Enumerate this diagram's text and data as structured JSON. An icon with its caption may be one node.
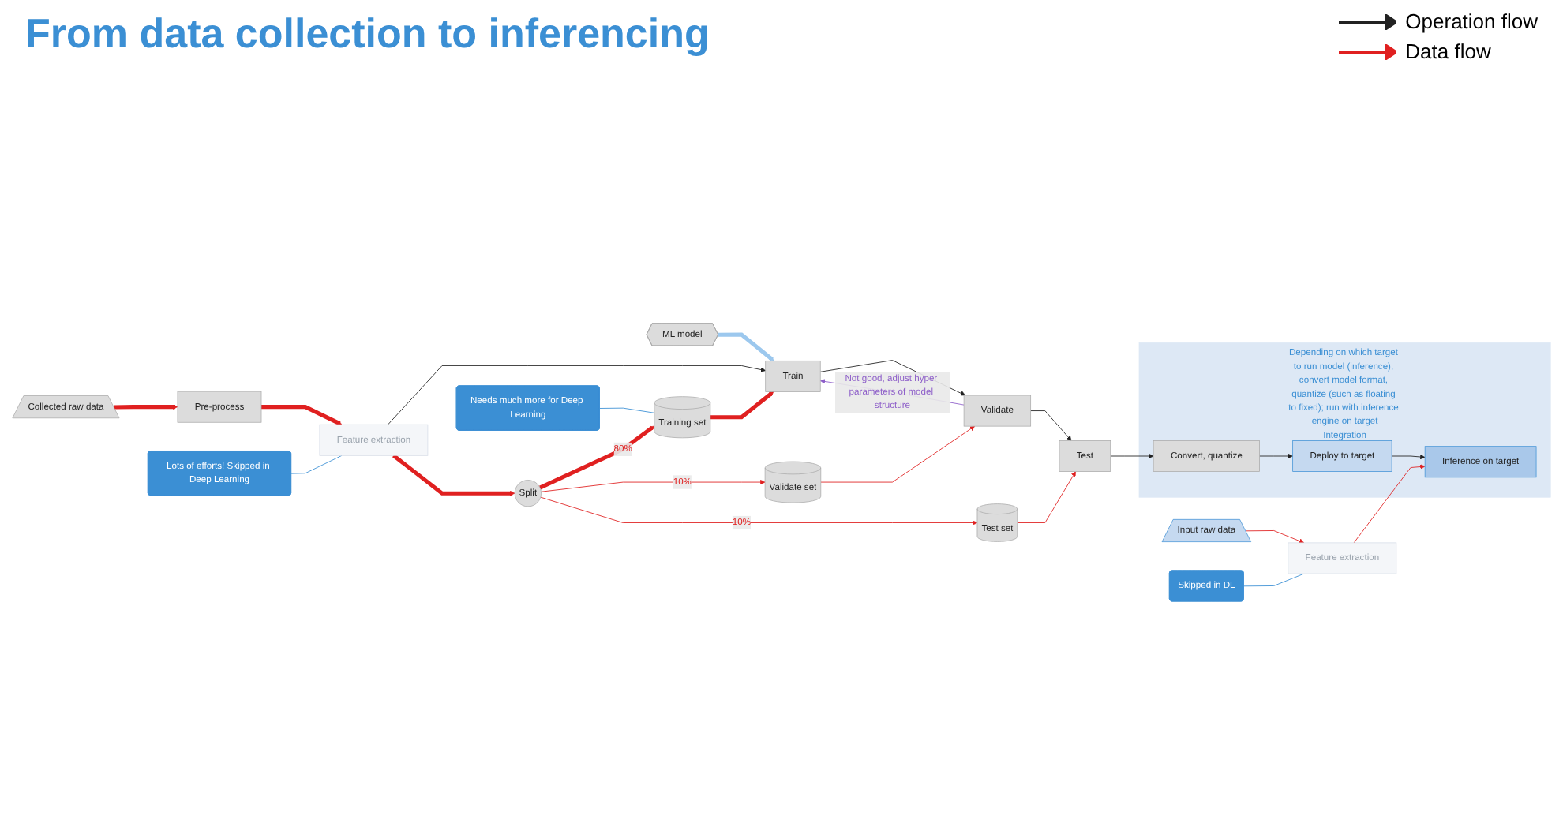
{
  "diagram": {
    "title": "From data collection to inferencing",
    "nodes": [
      {
        "text": [
          "Collected raw data"
        ]
      },
      {
        "text": [
          "ML model"
        ]
      },
      {
        "text": [
          "Pre-process"
        ]
      },
      {
        "text": [
          "Feature extraction"
        ]
      },
      {
        "text": [
          "Train"
        ]
      },
      {
        "text": [
          "Validate"
        ]
      },
      {
        "text": [
          "Test"
        ]
      },
      {
        "text": [
          "Split"
        ]
      },
      {
        "text": [
          "Training set"
        ]
      },
      {
        "text": [
          "Validate set"
        ]
      },
      {
        "text": [
          "Test set"
        ]
      },
      {
        "text": [
          "Depending on which target to run model (inference), convert model format, quantize (such as floating to fixed); run with inference engine on target",
          "Integration"
        ]
      },
      {
        "text": [
          "Convert, quantize"
        ],
        "in": 11
      },
      {
        "text": [
          "Deploy to target"
        ],
        "in": 11
      },
      {
        "text": [
          "Inference on target"
        ],
        "in": 11
      },
      {
        "text": [
          "Input raw data"
        ]
      },
      {
        "text": [
          "Feature extraction"
        ]
      },
      {
        "text": [
          "Skipped in DL"
        ]
      },
      {
        "text": [
          "Lots of efforts! Skipped in Deep Learning"
        ]
      },
      {
        "text": [
          "Needs much more for Deep Learning"
        ]
      }
    ],
    "edges": [
      {
        "from": 0,
        "to": 2,
        "arrow": "to",
        "style": "thick"
      },
      {
        "from": 1,
        "to": 4,
        "arrow": "to",
        "style": "thick",
        "color": "#9cc8ee"
      },
      {
        "from": 2,
        "to": 3,
        "arrow": "to",
        "style": "thick"
      },
      {
        "from": 3,
        "to": 4,
        "arrow": "to",
        "color": "#222222"
      },
      {
        "from": 4,
        "to": 5,
        "arrow": "to",
        "color": "#222222"
      },
      {
        "from": 5,
        "to": 4,
        "arrow": "to",
        "label": "Not good, adjust hyper parameters of model structure",
        "color": "#8e5fc9"
      },
      {
        "from": 5,
        "to": 6,
        "arrow": "to",
        "color": "#222222"
      },
      {
        "from": 3,
        "to": 7,
        "arrow": "to",
        "style": "thick"
      },
      {
        "from": 7,
        "to": 8,
        "arrow": "to",
        "label": "80%",
        "style": "thick"
      },
      {
        "from": 8,
        "to": 4,
        "arrow": "to",
        "style": "thick"
      },
      {
        "from": 7,
        "to": 9,
        "arrow": "to",
        "label": "10%"
      },
      {
        "from": 9,
        "to": 5,
        "arrow": "to"
      },
      {
        "from": 7,
        "to": 10,
        "arrow": "to",
        "label": "10%"
      },
      {
        "from": 10,
        "to": 6,
        "arrow": "to"
      },
      {
        "from": 6,
        "to": 12,
        "arrow": "to",
        "color": "#222222"
      },
      {
        "from": 12,
        "to": 13,
        "arrow": "to",
        "color": "#222222"
      },
      {
        "from": 13,
        "to": 14,
        "arrow": "to",
        "color": "#222222"
      },
      {
        "from": 15,
        "to": 16,
        "arrow": "to"
      },
      {
        "from": 16,
        "to": 14,
        "arrow": "to"
      },
      {
        "from": 17,
        "to": 16,
        "arrow": "none",
        "color": "#3b8fd4"
      },
      {
        "from": 18,
        "to": 3,
        "arrow": "none",
        "color": "#3b8fd4"
      },
      {
        "from": 19,
        "to": 8,
        "arrow": "none",
        "color": "#3b8fd4"
      }
    ],
    "legend": [
      {
        "text": "Operation flow"
      },
      {
        "text": "Data flow"
      }
    ]
  }
}
